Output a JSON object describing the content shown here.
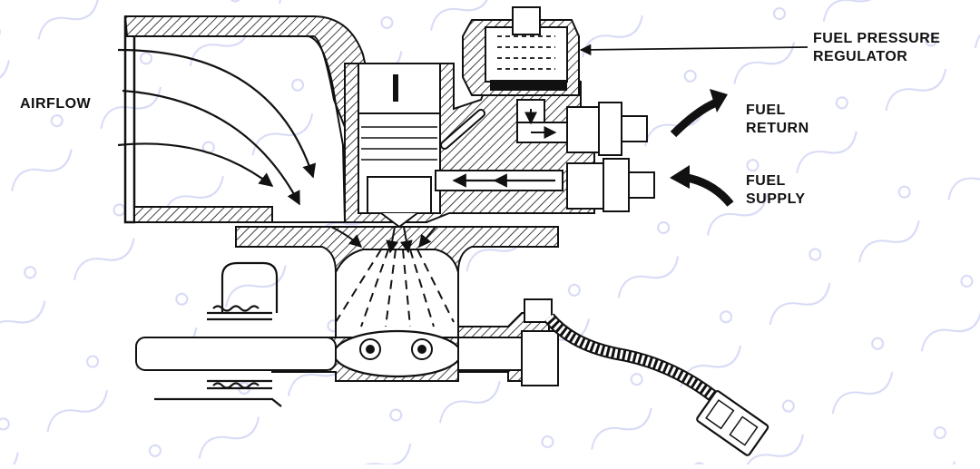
{
  "labels": {
    "airflow": "AIRFLOW",
    "fuel_pressure_regulator": [
      "FUEL PRESSURE",
      "REGULATOR"
    ],
    "fuel_return": [
      "FUEL",
      "RETURN"
    ],
    "fuel_supply": [
      "FUEL",
      "SUPPLY"
    ]
  },
  "colors": {
    "ink": "#111111",
    "paper": "#ffffff",
    "background_pattern": "#c9ccf2"
  }
}
